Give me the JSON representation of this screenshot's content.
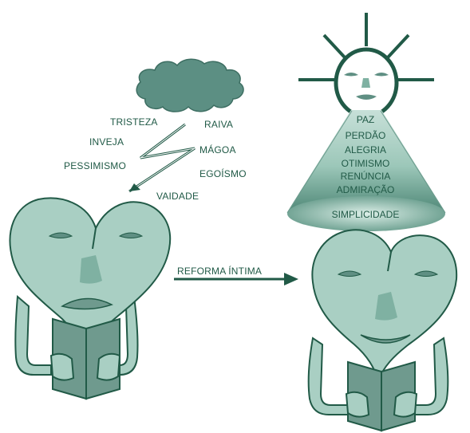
{
  "negative_emotions": {
    "tristeza": "TRISTEZA",
    "raiva": "RAIVA",
    "inveja": "INVEJA",
    "magoa": "MÁGOA",
    "pessimismo": "PESSIMISMO",
    "egoismo": "EGOÍSMO",
    "vaidade": "VAIDADE"
  },
  "virtues": [
    "PAZ",
    "PERDÃO",
    "ALEGRIA",
    "OTIMISMO",
    "RENÚNCIA",
    "ADMIRAÇÃO"
  ],
  "virtue_base": "SIMPLICIDADE",
  "transition_label": "REFORMA ÍNTIMA",
  "colors": {
    "ink": "#215a47",
    "heart_fill": "#a9cfc3",
    "cloud_fill": "#5c8f83",
    "nose_fill": "#7fb1a2",
    "book_fill": "#6f9a8e",
    "cone_top": "#b9d8ce",
    "cone_bottom": "#4f8877"
  },
  "icons": [
    "storm-cloud-icon",
    "lightning-bolt-icon",
    "sun-face-icon",
    "heart-face-icon",
    "book-icon",
    "arrow-right-icon"
  ]
}
